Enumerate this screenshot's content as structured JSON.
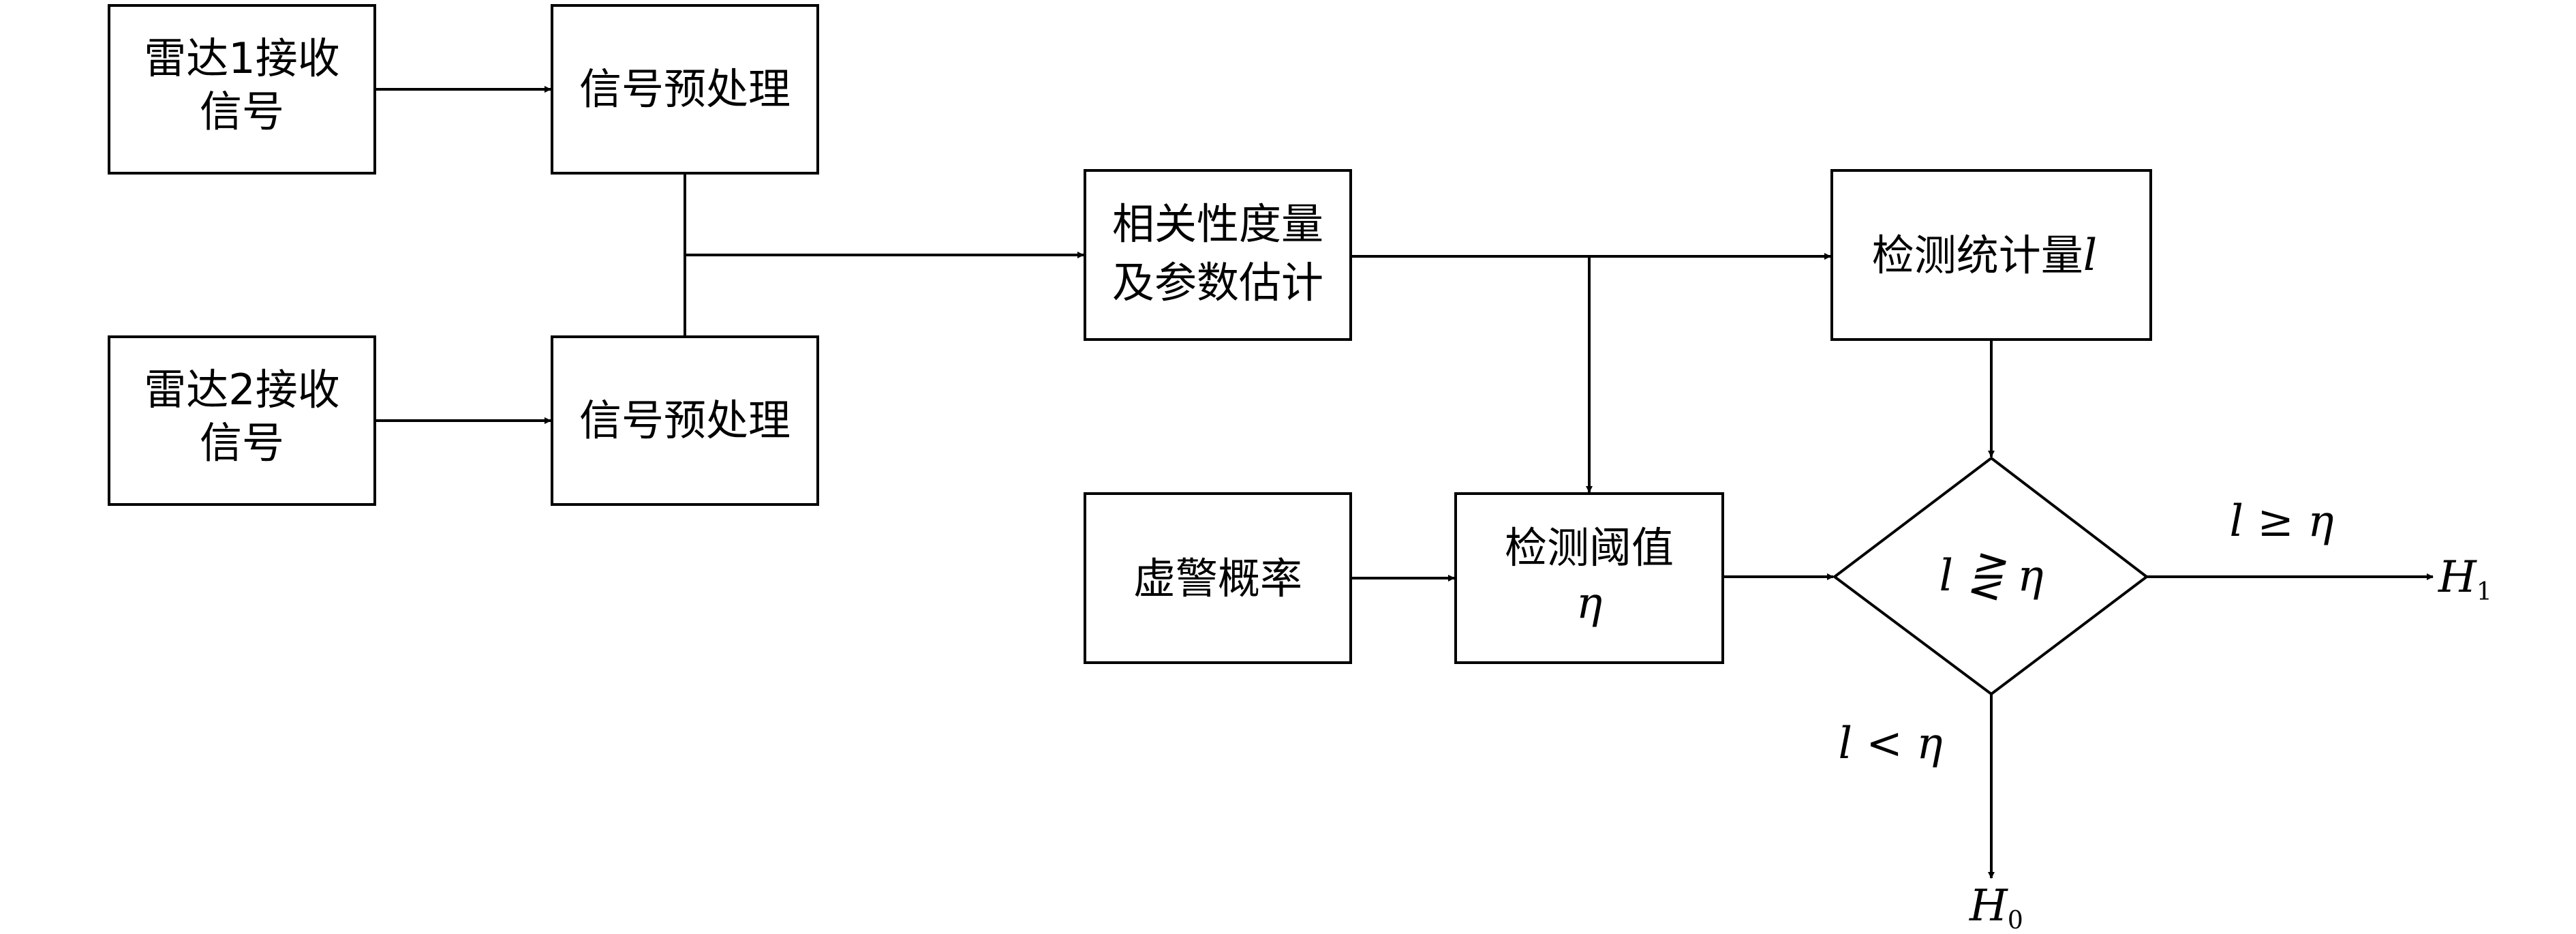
{
  "colors": {
    "stroke": "#000000",
    "background": "#ffffff"
  },
  "nodes": {
    "radar1": {
      "line1": "雷达1接收",
      "line2": "信号"
    },
    "radar2": {
      "line1": "雷达2接收",
      "line2": "信号"
    },
    "preproc1": {
      "label": "信号预处理"
    },
    "preproc2": {
      "label": "信号预处理"
    },
    "correlation": {
      "line1": "相关性度量",
      "line2": "及参数估计"
    },
    "statistic": {
      "label": "检测统计量",
      "symbol": "l"
    },
    "false_alarm": {
      "label": "虚警概率"
    },
    "threshold": {
      "label": "检测阈值",
      "symbol": "η"
    },
    "decision": {
      "label": "l ⋛ η"
    }
  },
  "edges": {
    "ge_label": "l ≥ η",
    "lt_label": "l < η"
  },
  "outputs": {
    "h1": {
      "main": "H",
      "sub": "1"
    },
    "h0": {
      "main": "H",
      "sub": "0"
    }
  }
}
